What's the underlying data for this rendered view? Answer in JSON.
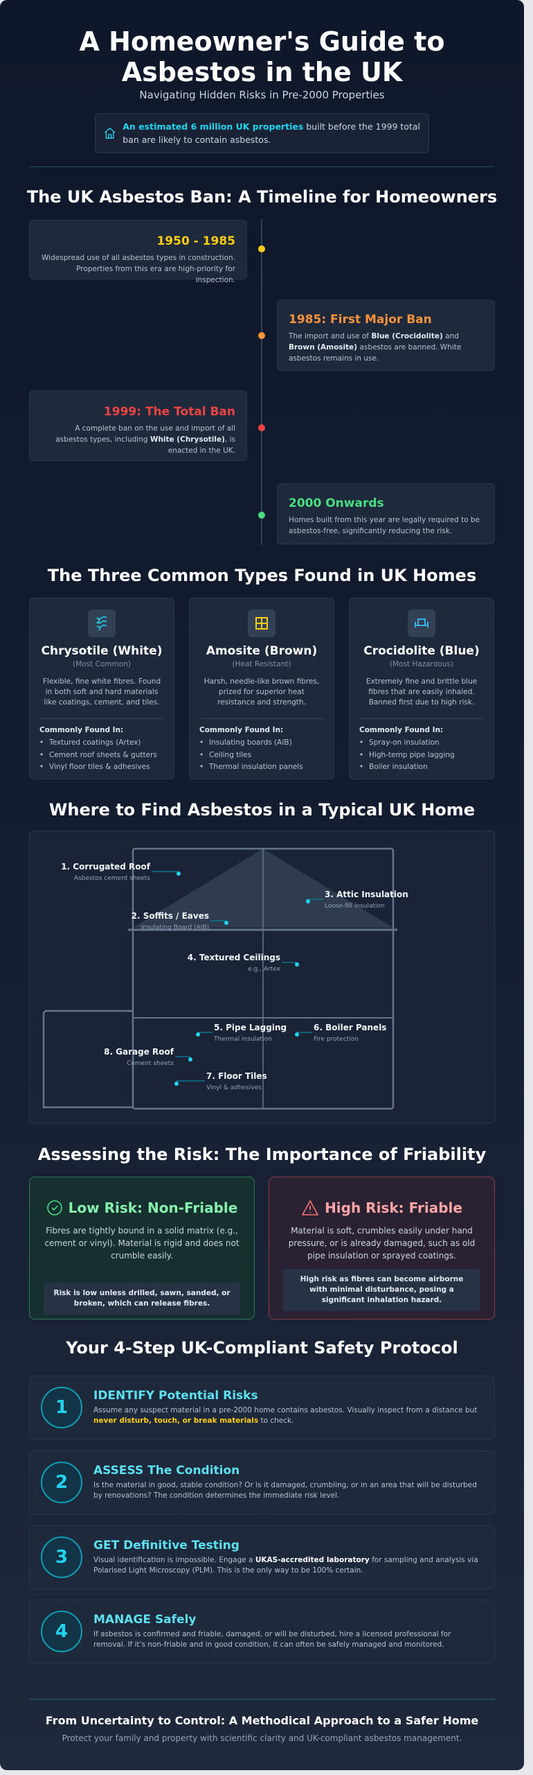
{
  "header": {
    "title_line1": "A Homeowner's Guide to",
    "title_line2": "Asbestos in the UK",
    "subtitle": "Navigating Hidden Risks in Pre-2000 Properties",
    "stat_icon": "home-icon",
    "stat_highlight": "An estimated 6 million UK properties",
    "stat_rest": " built before the 1999 total ban are likely to contain asbestos."
  },
  "timeline": {
    "title": "The UK Asbestos Ban: A Timeline for Homeowners",
    "events": [
      {
        "title": "1950 - 1985",
        "color": "#facc15",
        "pre": "Widespread use of all asbestos types in construction. Properties from this era are high-priority for inspection.",
        "b1": "",
        "mid": "",
        "b2": "",
        "post": ""
      },
      {
        "title": "1985: First Major Ban",
        "color": "#fb923c",
        "pre": "The import and use of ",
        "b1": "Blue (Crocidolite)",
        "mid": " and ",
        "b2": "Brown (Amosite)",
        "post": " asbestos are banned. White asbestos remains in use."
      },
      {
        "title": "1999: The Total Ban",
        "color": "#ef4444",
        "pre": "A complete ban on the use and import of all asbestos types, including ",
        "b1": "White (Chrysotile)",
        "mid": ", is enacted in the UK.",
        "b2": "",
        "post": ""
      },
      {
        "title": "2000 Onwards",
        "color": "#4ade80",
        "pre": "Homes built from this year are legally required to be asbestos-free, significantly reducing the risk.",
        "b1": "",
        "mid": "",
        "b2": "",
        "post": ""
      }
    ]
  },
  "types": {
    "title": "The Three Common Types Found in UK Homes",
    "found_label": "Commonly Found In:",
    "items": [
      {
        "icon": "waves-icon",
        "name": "Chrysotile (White)",
        "tag": "(Most Common)",
        "desc": "Flexible, fine white fibres. Found in both soft and hard materials like coatings, cement, and tiles.",
        "found": [
          "Textured coatings (Artex)",
          "Cement roof sheets & gutters",
          "Vinyl floor tiles & adhesives"
        ]
      },
      {
        "icon": "window-grid-icon",
        "name": "Amosite (Brown)",
        "tag": "(Heat Resistant)",
        "desc": "Harsh, needle-like brown fibres, prized for superior heat resistance and strength.",
        "found": [
          "Insulating boards (AIB)",
          "Ceiling tiles",
          "Thermal insulation panels"
        ]
      },
      {
        "icon": "pipe-icon",
        "name": "Crocidolite (Blue)",
        "tag": "(Most Hazardous)",
        "desc": "Extremely fine and brittle blue fibres that are easily inhaled. Banned first due to high risk.",
        "found": [
          "Spray-on insulation",
          "High-temp pipe lagging",
          "Boiler insulation"
        ]
      }
    ]
  },
  "home": {
    "title": "Where to Find Asbestos in a Typical UK Home",
    "hotspots": [
      {
        "label": "1. Corrugated Roof",
        "detail": "Asbestos cement sheets"
      },
      {
        "label": "2. Soffits / Eaves",
        "detail": "Insulating Board (AIB)"
      },
      {
        "label": "3. Attic Insulation",
        "detail": "Loose-fill insulation"
      },
      {
        "label": "4. Textured Ceilings",
        "detail": "e.g., Artex"
      },
      {
        "label": "5. Pipe Lagging",
        "detail": "Thermal insulation"
      },
      {
        "label": "6. Boiler Panels",
        "detail": "Fire protection"
      },
      {
        "label": "7. Floor Tiles",
        "detail": "Vinyl & adhesives"
      },
      {
        "label": "8. Garage Roof",
        "detail": "Cement sheets"
      }
    ]
  },
  "risk": {
    "title": "Assessing the Risk: The Importance of Friability",
    "low": {
      "icon": "check-circle-icon",
      "title": "Low Risk: Non-Friable",
      "desc": "Fibres are tightly bound in a solid matrix (e.g., cement or vinyl). Material is rigid and does not crumble easily.",
      "note": "Risk is low unless drilled, sawn, sanded, or broken, which can release fibres.",
      "color": "#4ade80"
    },
    "high": {
      "icon": "warning-triangle-icon",
      "title": "High Risk: Friable",
      "desc": "Material is soft, crumbles easily under hand pressure, or is already damaged, such as old pipe insulation or sprayed coatings.",
      "note": "High risk as fibres can become airborne with minimal disturbance, posing a significant inhalation hazard.",
      "color": "#f87171"
    }
  },
  "protocol": {
    "title": "Your 4-Step UK-Compliant Safety Protocol",
    "steps": [
      {
        "num": "1",
        "title": "IDENTIFY Potential Risks",
        "pre": "Assume any suspect material in a pre-2000 home contains asbestos. Visually inspect from a distance but ",
        "bold": "never disturb, touch, or break materials",
        "post": " to check."
      },
      {
        "num": "2",
        "title": "ASSESS The Condition",
        "pre": "Is the material in good, stable condition? Or is it damaged, crumbling, or in an area that will be disturbed by renovations? The condition determines the immediate risk level.",
        "bold": "",
        "post": ""
      },
      {
        "num": "3",
        "title": "GET Definitive Testing",
        "pre": "Visual identification is impossible. Engage a ",
        "bold": "UKAS-accredited laboratory",
        "post": " for sampling and analysis via Polarised Light Microscopy (PLM). This is the only way to be 100% certain."
      },
      {
        "num": "4",
        "title": "MANAGE Safely",
        "pre": "If asbestos is confirmed and friable, damaged, or will be disturbed, hire a licensed professional for removal. If it's non-friable and in good condition, it can often be safely managed and monitored.",
        "bold": "",
        "post": ""
      }
    ]
  },
  "footer": {
    "title": "From Uncertainty to Control: A Methodical Approach to a Safer Home",
    "subtitle": "Protect your family and property with scientific clarity and UK-compliant asbestos management."
  }
}
